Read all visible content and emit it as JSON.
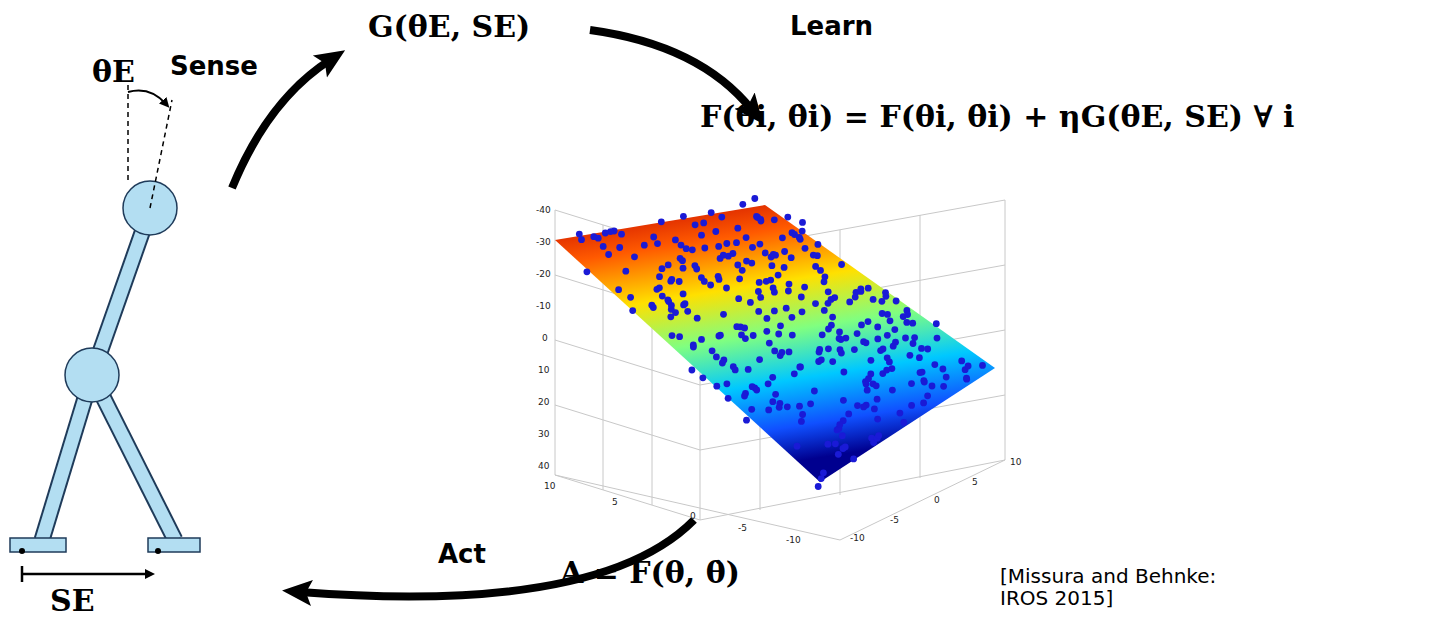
{
  "diagram": {
    "labels": [
      "θE",
      "SE",
      "Sense",
      "G(θE, SE)",
      "Learn",
      "F(θi, θ̇i) = F(θi, θ̇i) + ηG(θE, SE) ∀ i",
      "Act",
      "A = F(θ, θ̇)",
      "[Missura and Behnke: IROS 2015]",
      "-40",
      "-30",
      "-20",
      "-10",
      "0",
      "10",
      "20",
      "30",
      "40",
      "10",
      "5",
      "0",
      "-5",
      "-10",
      "10",
      "5",
      "0",
      "-5",
      "-10"
    ]
  }
}
